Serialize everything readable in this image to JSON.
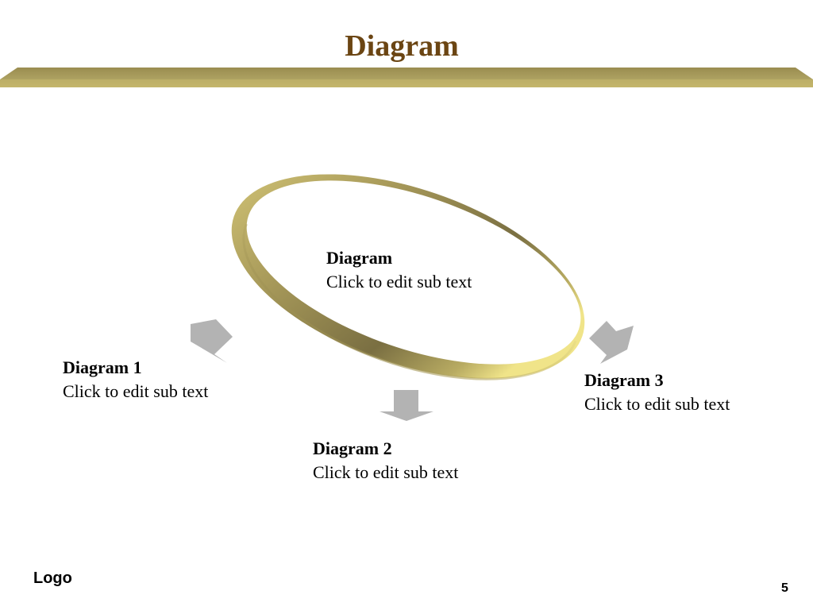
{
  "slide": {
    "title": "Diagram",
    "logo": "Logo",
    "page_number": "5"
  },
  "center": {
    "heading": "Diagram",
    "subtext": "Click to edit sub text"
  },
  "items": [
    {
      "heading": "Diagram 1",
      "subtext": "Click to edit sub text"
    },
    {
      "heading": "Diagram 2",
      "subtext": "Click to edit sub text"
    },
    {
      "heading": "Diagram 3",
      "subtext": "Click to edit sub text"
    }
  ],
  "colors": {
    "title": "#6b4513",
    "band_light": "#e9d97a",
    "band_mid": "#b8aa5e",
    "band_dark": "#7c7040",
    "arrow": "#b3b3b3"
  },
  "icons": [
    "down-left-arrow-icon",
    "down-arrow-icon",
    "down-right-arrow-icon"
  ]
}
